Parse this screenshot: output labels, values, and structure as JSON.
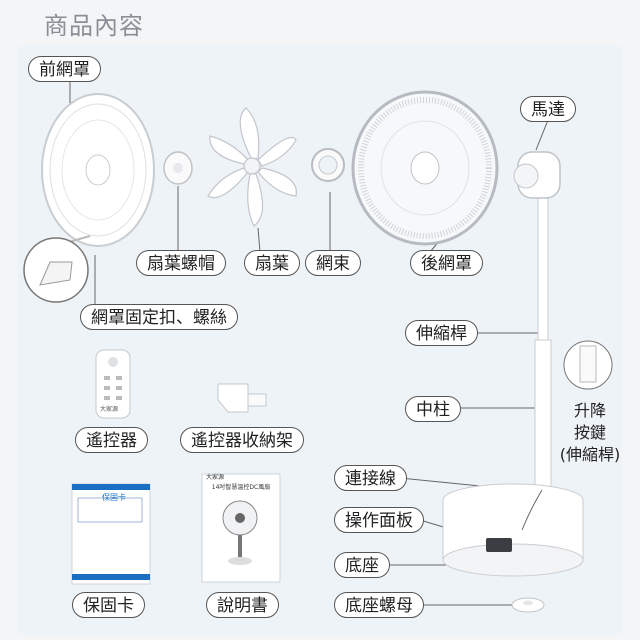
{
  "title": "商品內容",
  "labels": {
    "front_grille": "前網罩",
    "blade_nut": "扇葉螺帽",
    "blade": "扇葉",
    "clamp": "網束",
    "rear_grille": "後網罩",
    "grille_clip": "網罩固定扣、螺絲",
    "motor": "馬達",
    "telescopic_rod": "伸縮桿",
    "remote": "遙控器",
    "remote_holder": "遙控器收納架",
    "center_pole": "中柱",
    "lift_button_1": "升降",
    "lift_button_2": "按鍵",
    "lift_button_3": "(伸縮桿)",
    "cable": "連接線",
    "control_panel": "操作面板",
    "base": "底座",
    "warranty": "保固卡",
    "manual": "說明書",
    "base_nut": "底座螺母"
  },
  "warranty_card": {
    "heading": "保固卡"
  },
  "manual_cover": {
    "heading": "14吋智慧溫控DC風扇",
    "brand": "大家源"
  },
  "remote_logo": "大家源",
  "colors": {
    "accent": "#1a6fc2",
    "line": "#666666"
  }
}
